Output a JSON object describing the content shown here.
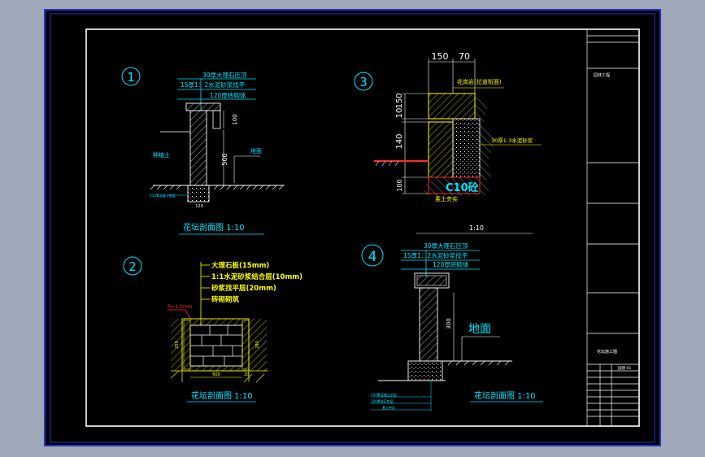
{
  "colors": {
    "background": "#9fa8b8",
    "canvas": "#000000",
    "border": "#1f35c8",
    "white": "#ffffff",
    "cyan": "#00e5ff",
    "yellow": "#ffff00",
    "green": "#00ff3c",
    "red": "#ff2a2a"
  },
  "detail1": {
    "number": "1",
    "layers": [
      "30厚大理石压顶",
      "15厚1：2水泥砂浆找平",
      "120厚砖砌体"
    ],
    "dim_top": "100",
    "dim_mid": "500",
    "dim_bottom": "120",
    "label_soil": "种植土",
    "label_ground": "地面",
    "label_footing": "C10素混凝土垫层",
    "title": "花坛剖面图  1:10"
  },
  "detail2": {
    "number": "2",
    "layers": [
      "大理石板(15mm)",
      "1:1水泥砂浆结合层(10mm)",
      "砂浆找平层(20mm)",
      "砖砌砌筑"
    ],
    "corner": "R=1.0mm",
    "dim_left": "250",
    "dim_right": "280",
    "dim_bottom": "600",
    "dim_bottom_small": "20",
    "title": "花坛剖面图  1:10"
  },
  "detail3": {
    "number": "3",
    "dim_top_a": "150",
    "dim_top_b": "70",
    "dim_side_a": "10",
    "dim_side_b": "150",
    "dim_side_c": "140",
    "dim_side_d": "100",
    "label_top": "花岗岩(拉道衔面)",
    "label_mortar": "30厚1:3水泥砂浆",
    "label_concrete": "C10砼",
    "label_base": "素土夯实",
    "scale": "1:10"
  },
  "detail4": {
    "number": "4",
    "layers": [
      "30厚大理石压顶",
      "15厚1：2水泥砂浆找平",
      "120厚砖砌体"
    ],
    "dim_mid": "300",
    "label_ground": "地面",
    "labels_bottom": [
      "C10素混凝土垫层",
      "100厚碎石垫层",
      "素土夯实"
    ],
    "title": "花坛剖面图  1:10"
  },
  "titleblock": {
    "project": "园林工程",
    "drawing": "花坛施工图",
    "sheet": "园建-01"
  }
}
